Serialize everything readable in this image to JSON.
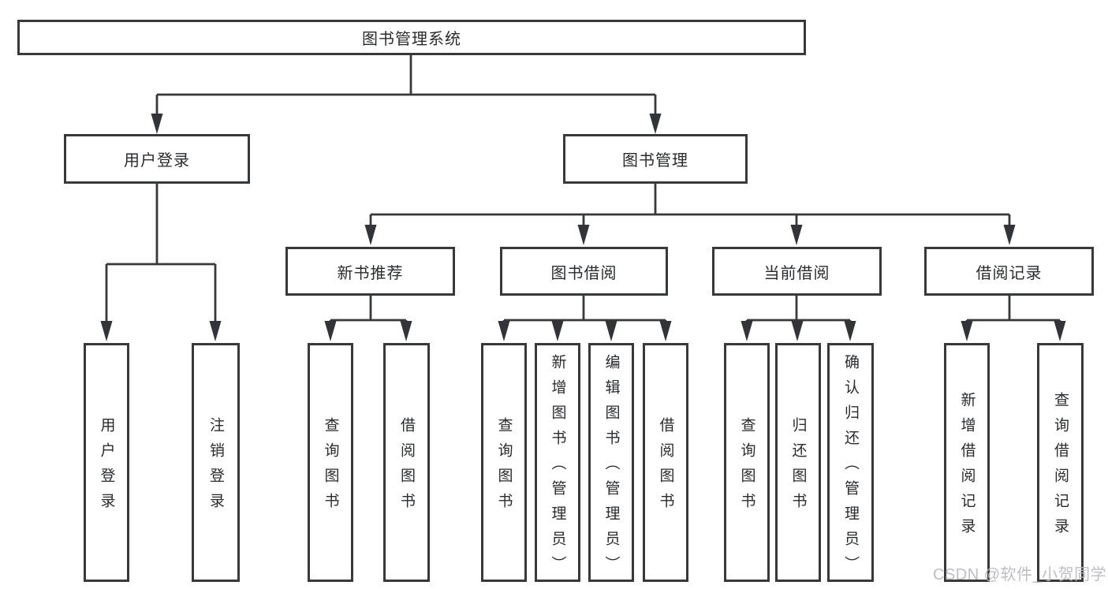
{
  "tree": {
    "label": "图书管理系统",
    "children": [
      {
        "label": "用户登录",
        "children": [
          {
            "label": "用户登录"
          },
          {
            "label": "注销登录"
          }
        ]
      },
      {
        "label": "图书管理",
        "children": [
          {
            "label": "新书推荐",
            "children": [
              {
                "label": "查询图书"
              },
              {
                "label": "借阅图书"
              }
            ]
          },
          {
            "label": "图书借阅",
            "children": [
              {
                "label": "查询图书"
              },
              {
                "label": "新增图书（管理员）"
              },
              {
                "label": "编辑图书（管理员）"
              },
              {
                "label": "借阅图书"
              }
            ]
          },
          {
            "label": "当前借阅",
            "children": [
              {
                "label": "查询图书"
              },
              {
                "label": "归还图书"
              },
              {
                "label": "确认归还（管理员）"
              }
            ]
          },
          {
            "label": "借阅记录",
            "children": [
              {
                "label": "新增借阅记录"
              },
              {
                "label": "查询借阅记录"
              }
            ]
          }
        ]
      }
    ]
  },
  "watermark": {
    "text": "CSDN @软件_小贺同学"
  },
  "colors": {
    "line": "#38393b",
    "arrow": "#333437",
    "text": "#2a2b2d",
    "watermark": "#babbc1",
    "background": "#ffffff"
  }
}
